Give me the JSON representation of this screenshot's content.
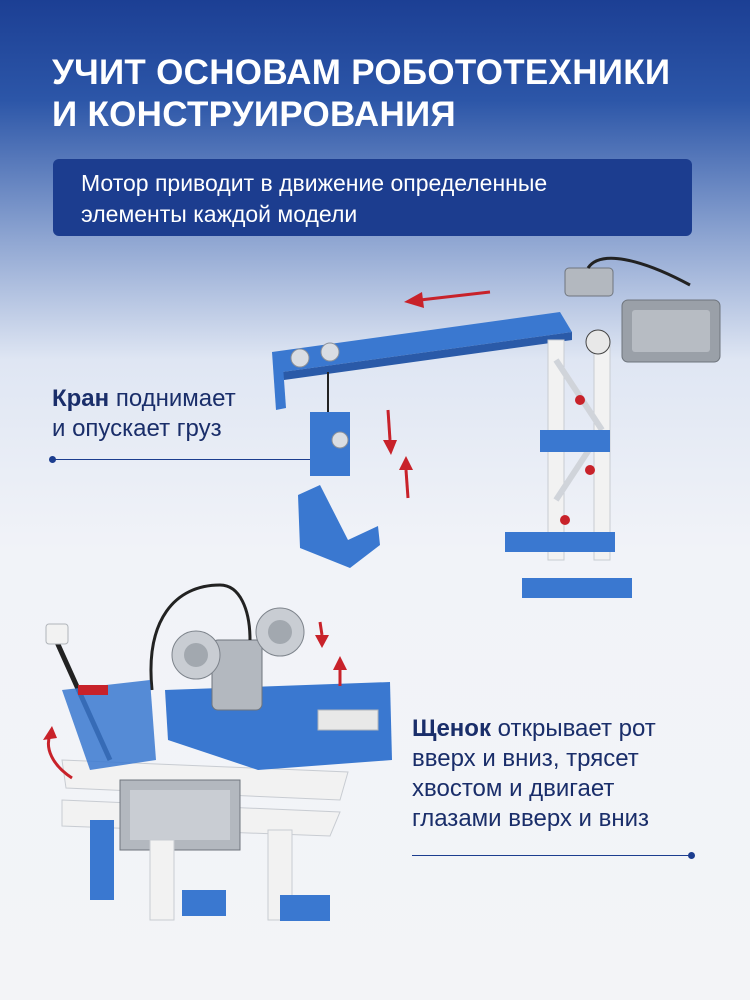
{
  "headline": {
    "line1": "УЧИТ ОСНОВАМ РОБОТОТЕХНИКИ",
    "line2": "И КОНСТРУИРОВАНИЯ"
  },
  "banner": {
    "line1": "Мотор приводит в движение определенные",
    "line2": "элементы каждой модели"
  },
  "crane_caption": {
    "bold": "Кран",
    "rest_line1": " поднимает",
    "line2": "и опускает груз"
  },
  "puppy_caption": {
    "bold": "Щенок",
    "rest_line1": " открывает рот",
    "line2": "вверх и вниз, трясет",
    "line3": "хвостом и двигает",
    "line4": "глазами вверх и вниз"
  },
  "colors": {
    "brand_blue": "#1c3d8f",
    "text_dark_blue": "#1a2e6a",
    "brick_blue": "#3a78d0",
    "arrow_red": "#c8222a"
  }
}
